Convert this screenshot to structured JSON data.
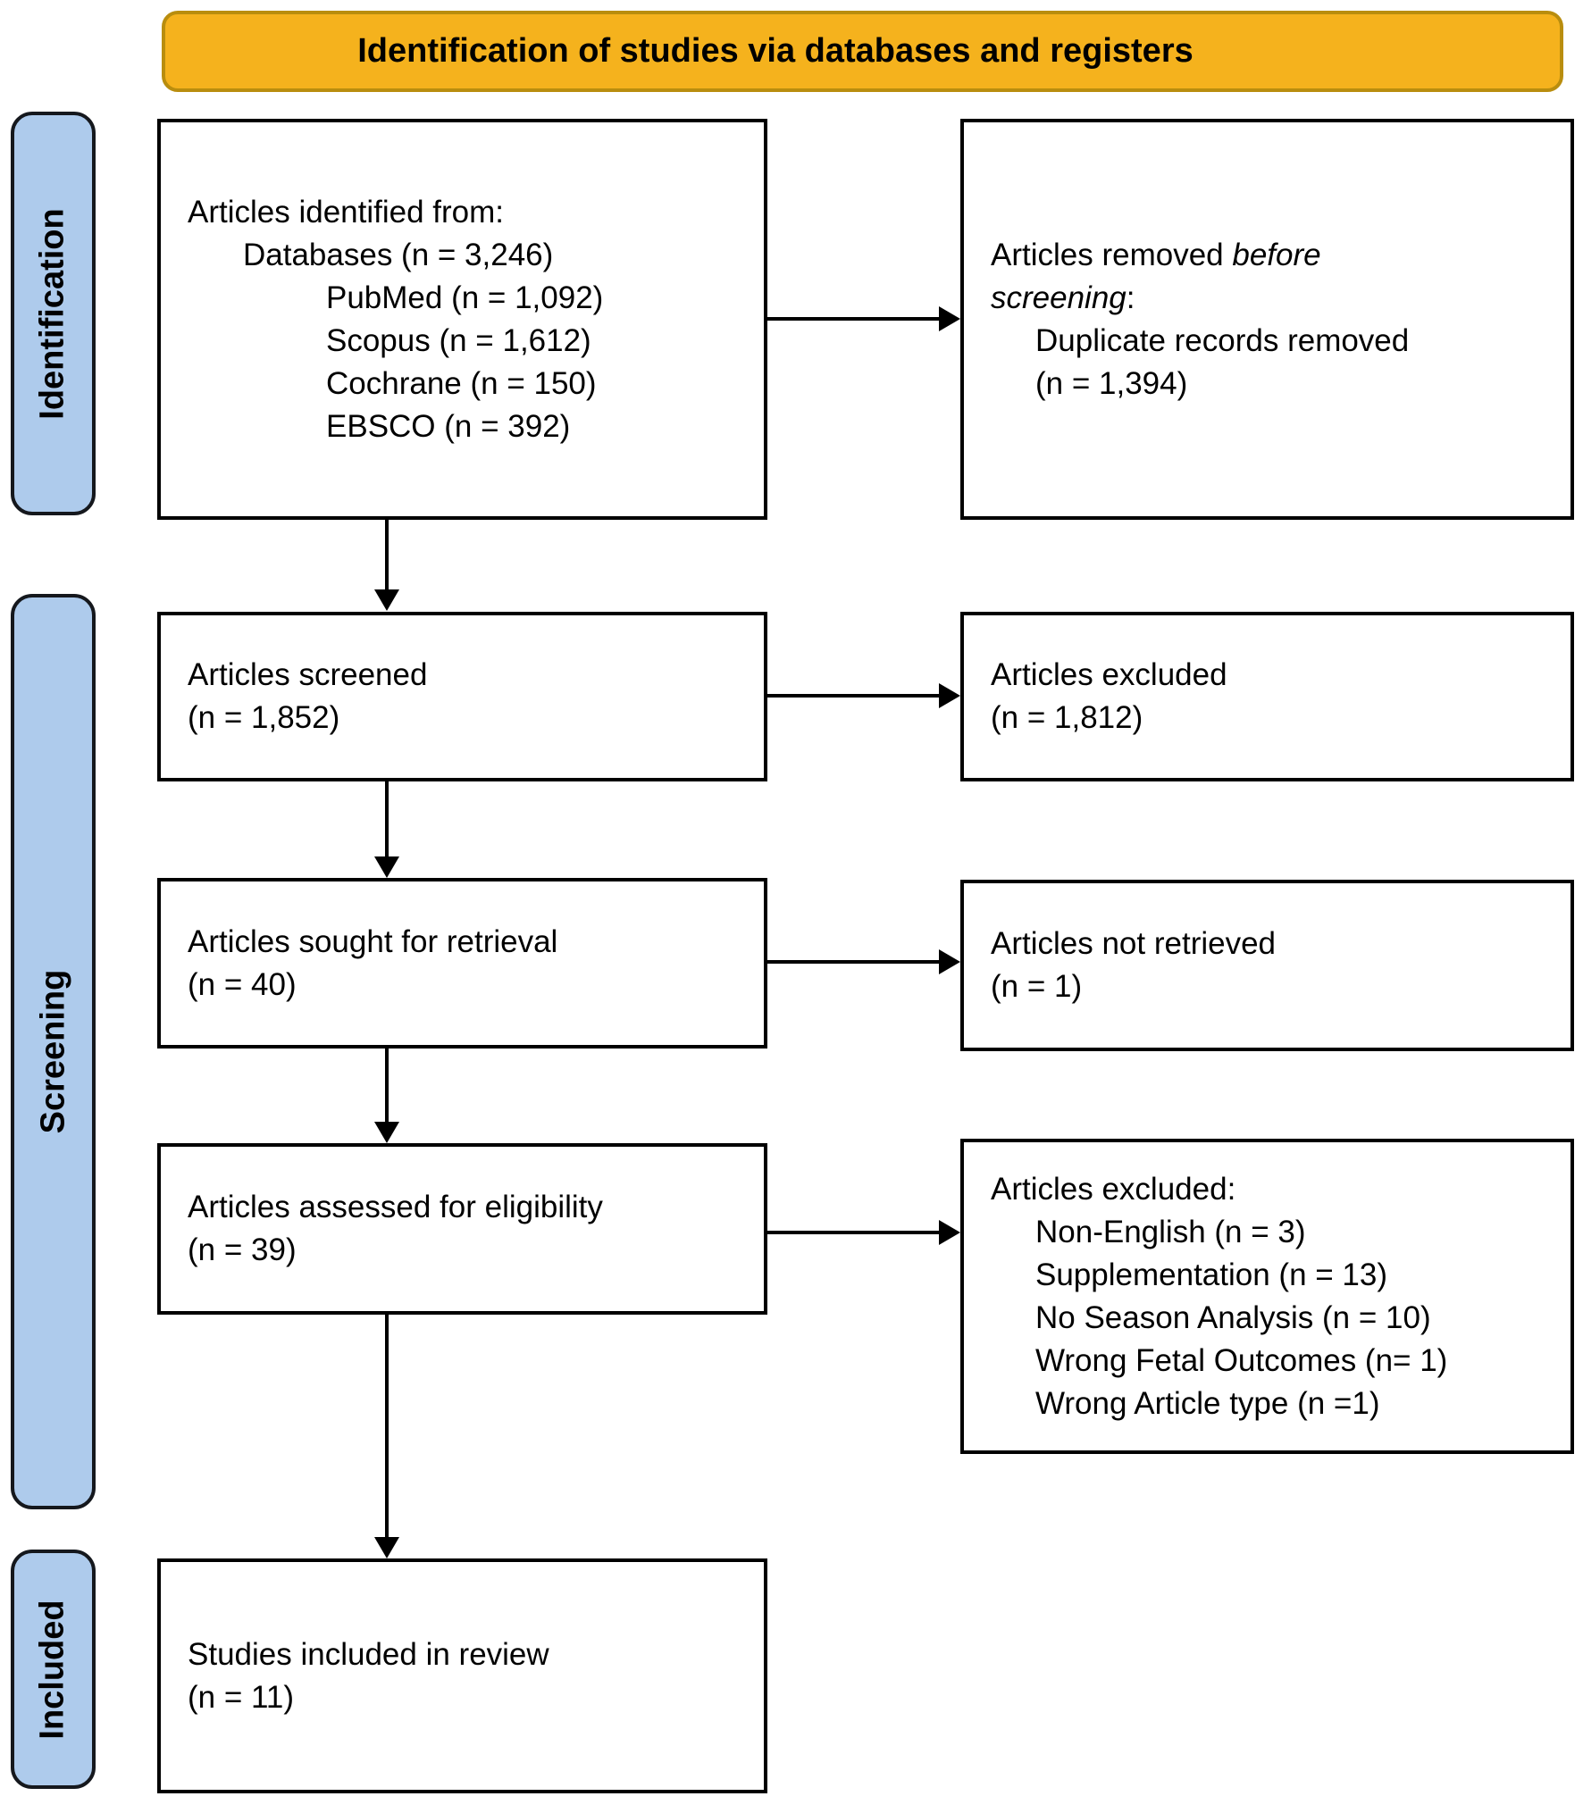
{
  "banner": {
    "title": "Identification of studies via databases and registers"
  },
  "sidebar": {
    "stages": [
      {
        "label": "Identification"
      },
      {
        "label": "Screening"
      },
      {
        "label": "Included"
      }
    ]
  },
  "boxes": {
    "identified": {
      "lines": [
        "Articles identified from:",
        "Databases (n = 3,246)",
        "PubMed (n = 1,092)",
        "Scopus (n = 1,612)",
        "Cochrane (n = 150)",
        "EBSCO (n = 392)"
      ]
    },
    "removed_before_screening": {
      "line1_normal": "Articles removed ",
      "line1_italic": "before",
      "line2_italic": "screening",
      "line2_normal": ":",
      "detail": "Duplicate records removed",
      "count": "(n = 1,394)"
    },
    "screened": {
      "lines": [
        "Articles screened",
        "(n = 1,852)"
      ]
    },
    "excluded_screening": {
      "lines": [
        "Articles excluded",
        "(n = 1,812)"
      ]
    },
    "sought": {
      "lines": [
        "Articles sought for retrieval",
        "(n = 40)"
      ]
    },
    "not_retrieved": {
      "lines": [
        "Articles not retrieved",
        "(n = 1)"
      ]
    },
    "assessed": {
      "lines": [
        "Articles assessed for eligibility",
        "(n = 39)"
      ]
    },
    "excluded_eligibility": {
      "lines": [
        "Articles excluded:",
        "Non-English (n = 3)",
        "Supplementation (n = 13)",
        "No Season Analysis (n = 10)",
        "Wrong Fetal Outcomes (n= 1)",
        "Wrong Article type (n =1)"
      ]
    },
    "included": {
      "lines": [
        "Studies included in review",
        "(n = 11)"
      ]
    }
  },
  "colors": {
    "banner-bg": "#f5b21d",
    "banner-border": "#b98d0e",
    "stage-bg": "#aecbec",
    "stage-border": "#15181d",
    "box-border": "#000000",
    "arrow": "#000000"
  }
}
